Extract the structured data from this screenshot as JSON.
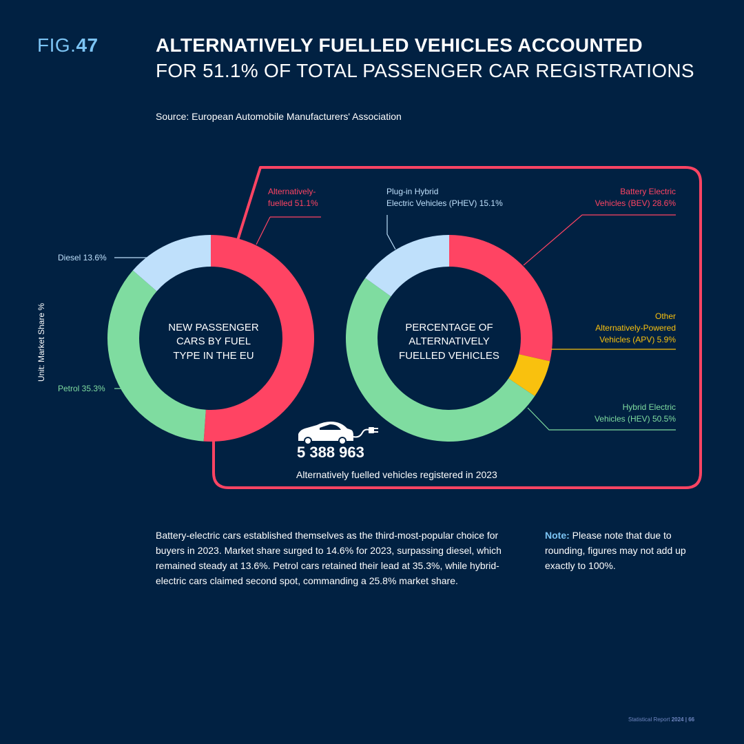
{
  "header": {
    "fig_prefix": "FIG.",
    "fig_number": "47",
    "title_line1": "ALTERNATIVELY FUELLED VEHICLES ACCOUNTED",
    "title_line2": "FOR 51.1% OF TOTAL PASSENGER CAR REGISTRATIONS",
    "source": "Source: European Automobile Manufacturers' Association"
  },
  "unit_label": "Unit: Market Share %",
  "colors": {
    "background": "#012142",
    "accent_red": "#ff4463",
    "petrol_green": "#7fdca0",
    "diesel_blue": "#bfe0fb",
    "apv_yellow": "#f9c10e",
    "fig_blue": "#7cc4f4"
  },
  "chart_data": [
    {
      "type": "pie",
      "center_label": [
        "NEW PASSENGER",
        "CARS BY FUEL",
        "TYPE IN THE EU"
      ],
      "slices": [
        {
          "label": "Alternatively-fuelled",
          "value": 51.1,
          "label_lines": [
            "Alternatively-",
            "fuelled 51.1%"
          ],
          "color": "#ff4463"
        },
        {
          "label": "Petrol",
          "value": 35.3,
          "label_lines": [
            "Petrol 35.3%"
          ],
          "color": "#7fdca0"
        },
        {
          "label": "Diesel",
          "value": 13.6,
          "label_lines": [
            "Diesel 13.6%"
          ],
          "color": "#bfe0fb"
        }
      ]
    },
    {
      "type": "pie",
      "center_label": [
        "PERCENTAGE OF",
        "ALTERNATIVELY",
        "FUELLED VEHICLES"
      ],
      "slices": [
        {
          "label": "Battery Electric Vehicles (BEV)",
          "value": 28.6,
          "label_lines": [
            "Battery Electric",
            "Vehicles (BEV) 28.6%"
          ],
          "color": "#ff4463"
        },
        {
          "label": "Other Alternatively-Powered Vehicles (APV)",
          "value": 5.9,
          "label_lines": [
            "Other",
            "Alternatively-Powered",
            "Vehicles (APV) 5.9%"
          ],
          "color": "#f9c10e"
        },
        {
          "label": "Hybrid Electric Vehicles (HEV)",
          "value": 50.5,
          "label_lines": [
            "Hybrid Electric",
            "Vehicles (HEV) 50.5%"
          ],
          "color": "#7fdca0"
        },
        {
          "label": "Plug-in Hybrid Electric Vehicles (PHEV)",
          "value": 15.1,
          "label_lines": [
            "Plug-in Hybrid",
            "Electric Vehicles (PHEV) 15.1%"
          ],
          "color": "#bfe0fb"
        }
      ]
    }
  ],
  "callout": {
    "count": "5 388 963",
    "caption": "Alternatively fuelled vehicles registered in 2023"
  },
  "body_text": "Battery-electric cars established themselves as the third-most-popular choice for buyers in 2023. Market share surged to 14.6% for 2023, surpassing diesel, which remained steady at 13.6%. Petrol cars retained their lead at 35.3%, while hybrid-electric cars claimed second spot, commanding a 25.8% market share.",
  "note": {
    "label": "Note:",
    "text": "Please note that due to rounding, figures may not add up exactly to 100%."
  },
  "footer": {
    "report": "Statistical Report",
    "year": "2024",
    "separator": "|",
    "page": "66"
  }
}
